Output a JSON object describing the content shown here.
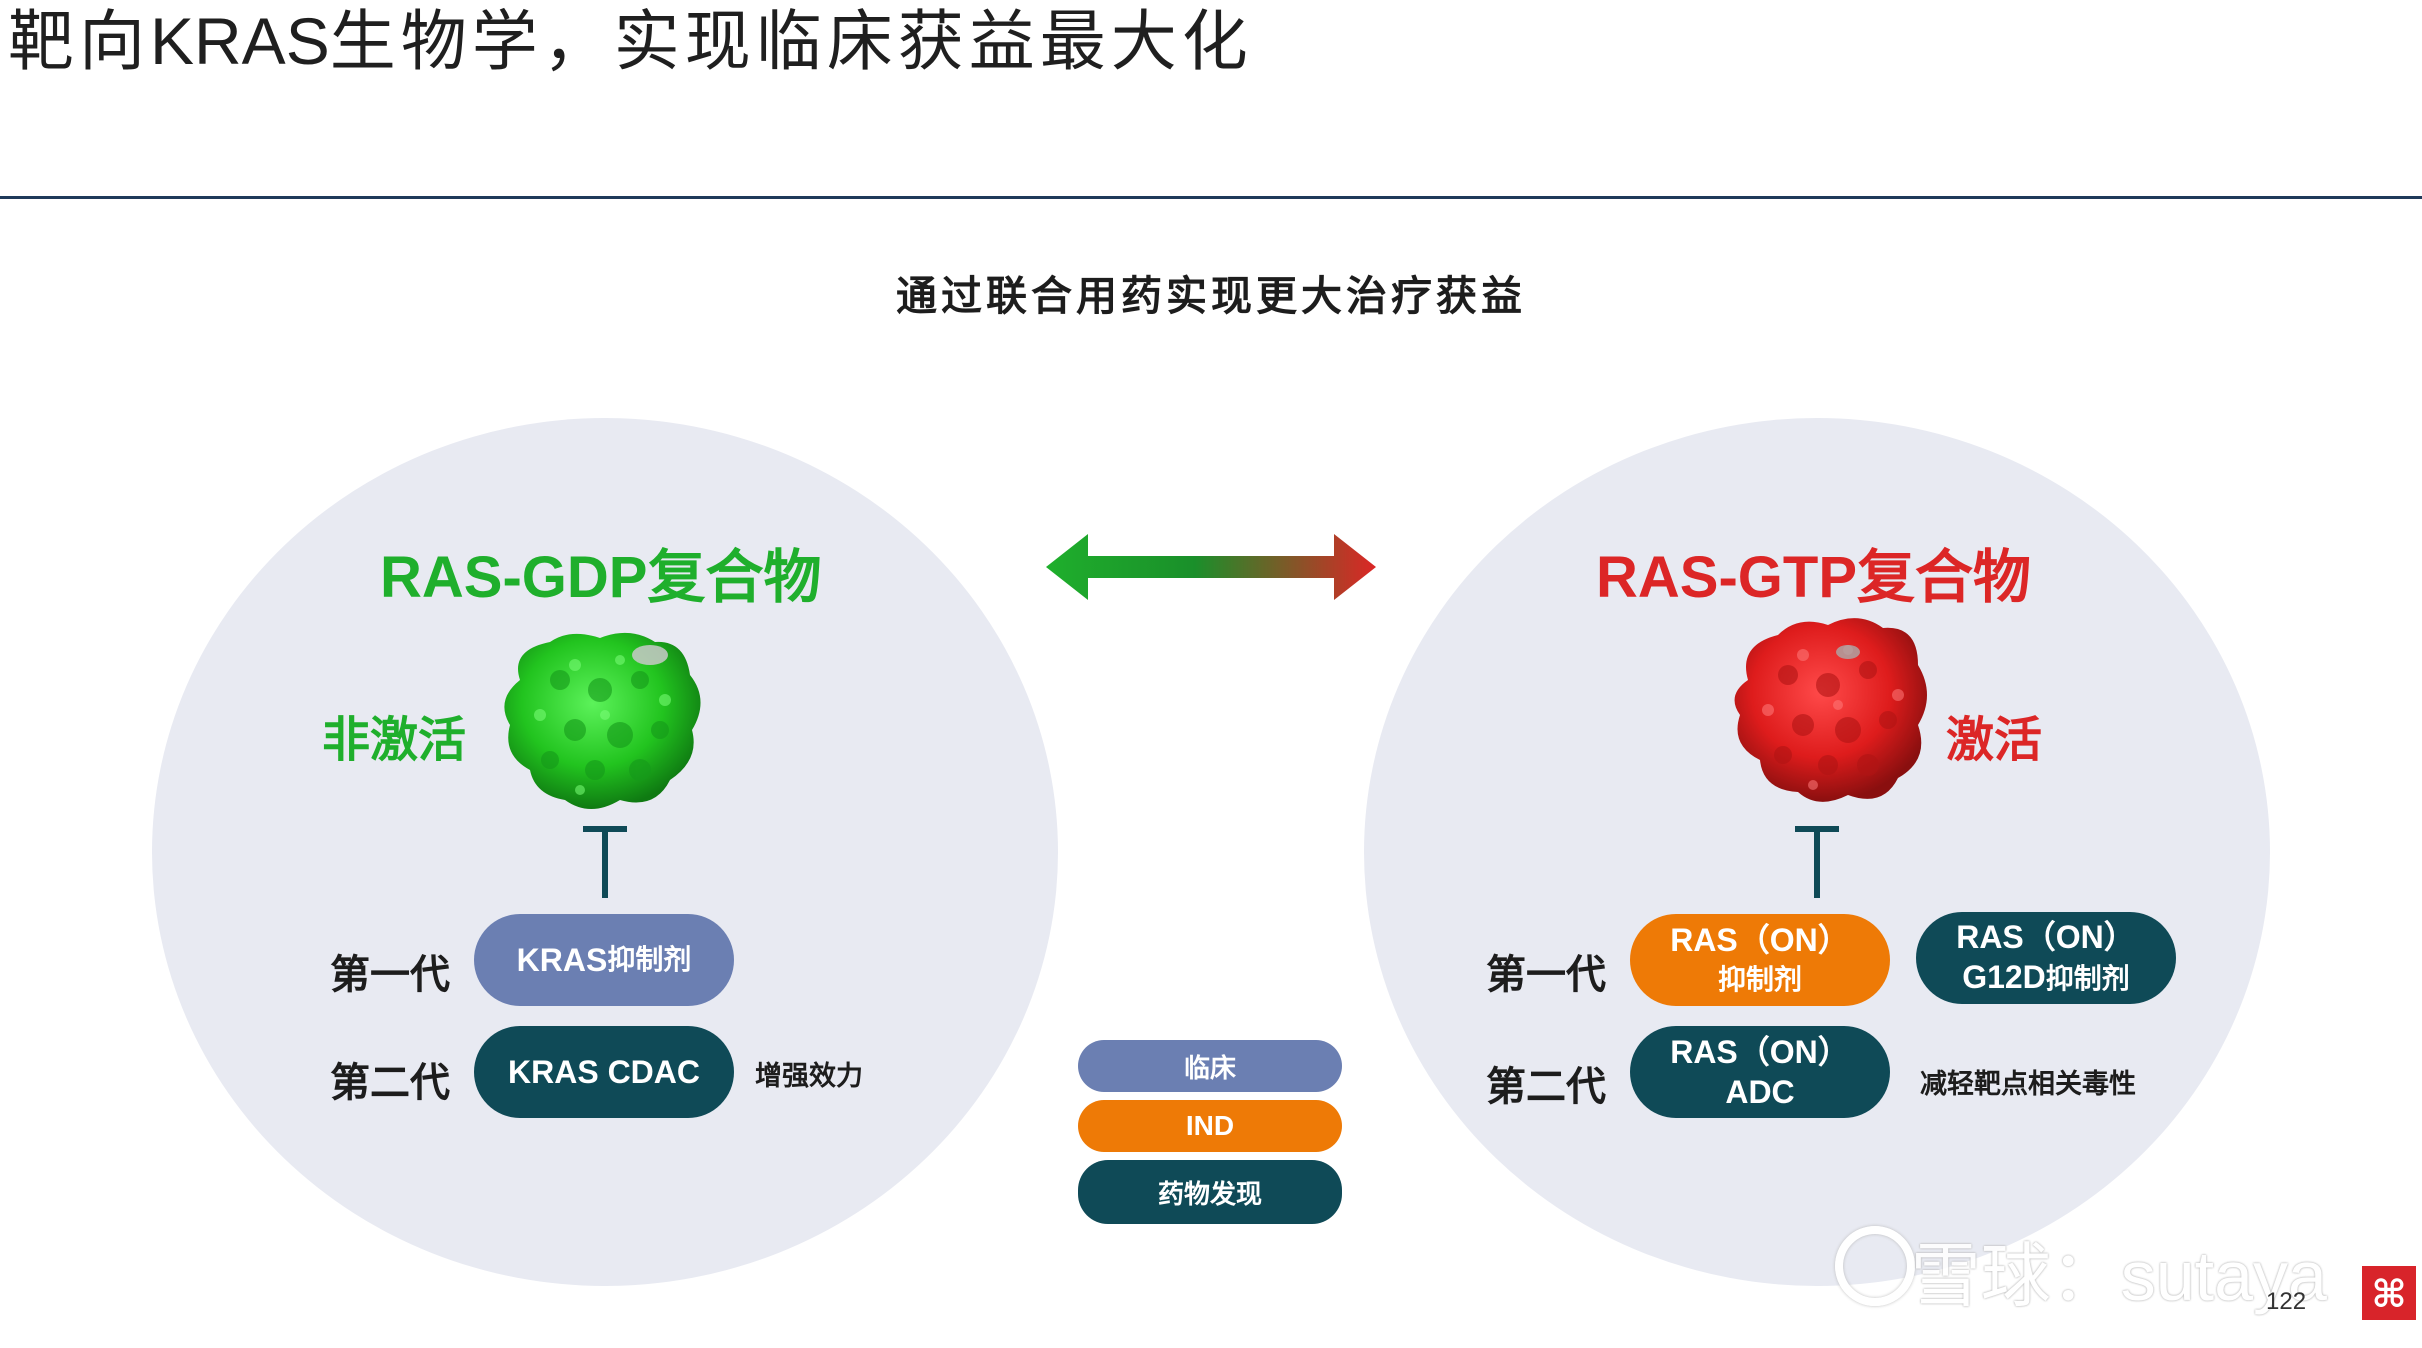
{
  "header": {
    "title_prefix": "靶向",
    "title_en": "KRAS",
    "title_suffix": "生物学，实现临床获益最大化"
  },
  "subtitle": "通过联合用药实现更大治疗获益",
  "left_panel": {
    "title_en": "RAS-GDP",
    "title_cn": "复合物",
    "state": "非激活",
    "gen1_label": "第一代",
    "gen2_label": "第二代",
    "gen1_pill_en": "KRAS",
    "gen1_pill_cn": "抑制剂",
    "gen2_pill": "KRAS CDAC",
    "gen2_note": "增强效力"
  },
  "right_panel": {
    "title_en": "RAS-GTP",
    "title_cn": "复合物",
    "state": "激活",
    "gen1_label": "第一代",
    "gen2_label": "第二代",
    "gen1_pill_a_line1": "RAS（ON）",
    "gen1_pill_a_line2": "抑制剂",
    "gen1_pill_b_line1": "RAS（ON）",
    "gen1_pill_b_line2_en": "G12D",
    "gen1_pill_b_line2_cn": "抑制剂",
    "gen2_pill_line1": "RAS（ON）",
    "gen2_pill_line2": "ADC",
    "gen2_note": "减轻靶点相关毒性"
  },
  "legend": {
    "clinical": "临床",
    "ind": "IND",
    "discovery": "药物发现"
  },
  "colors": {
    "green": "#1faf2c",
    "red": "#dc2626",
    "blue_pill": "#6b7fb2",
    "teal_pill": "#0f4a57",
    "orange_pill": "#ee7a06",
    "circle_bg": "#e8eaf2"
  },
  "footer": {
    "watermark": "雪球：sutaya",
    "page_number": "122"
  }
}
